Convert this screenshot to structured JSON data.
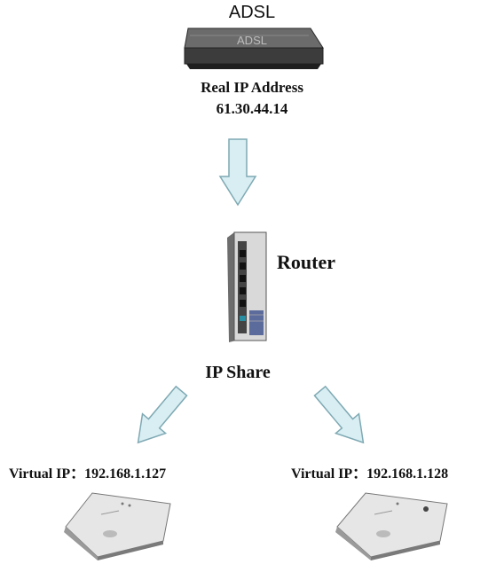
{
  "adsl": {
    "title": "ADSL",
    "device_text": "ADSL",
    "real_ip_label": "Real IP Address",
    "real_ip_value": "61.30.44.14"
  },
  "router": {
    "label": "Router"
  },
  "share": {
    "label": "IP Share"
  },
  "clients": [
    {
      "label": "Virtual IP：192.168.1.127"
    },
    {
      "label": "Virtual IP：192.168.1.128"
    }
  ],
  "colors": {
    "arrow_fill": "#d8eef3",
    "arrow_stroke": "#8fb8c2",
    "device_dark": "#3a3a3a",
    "device_light": "#e6e6e6"
  }
}
